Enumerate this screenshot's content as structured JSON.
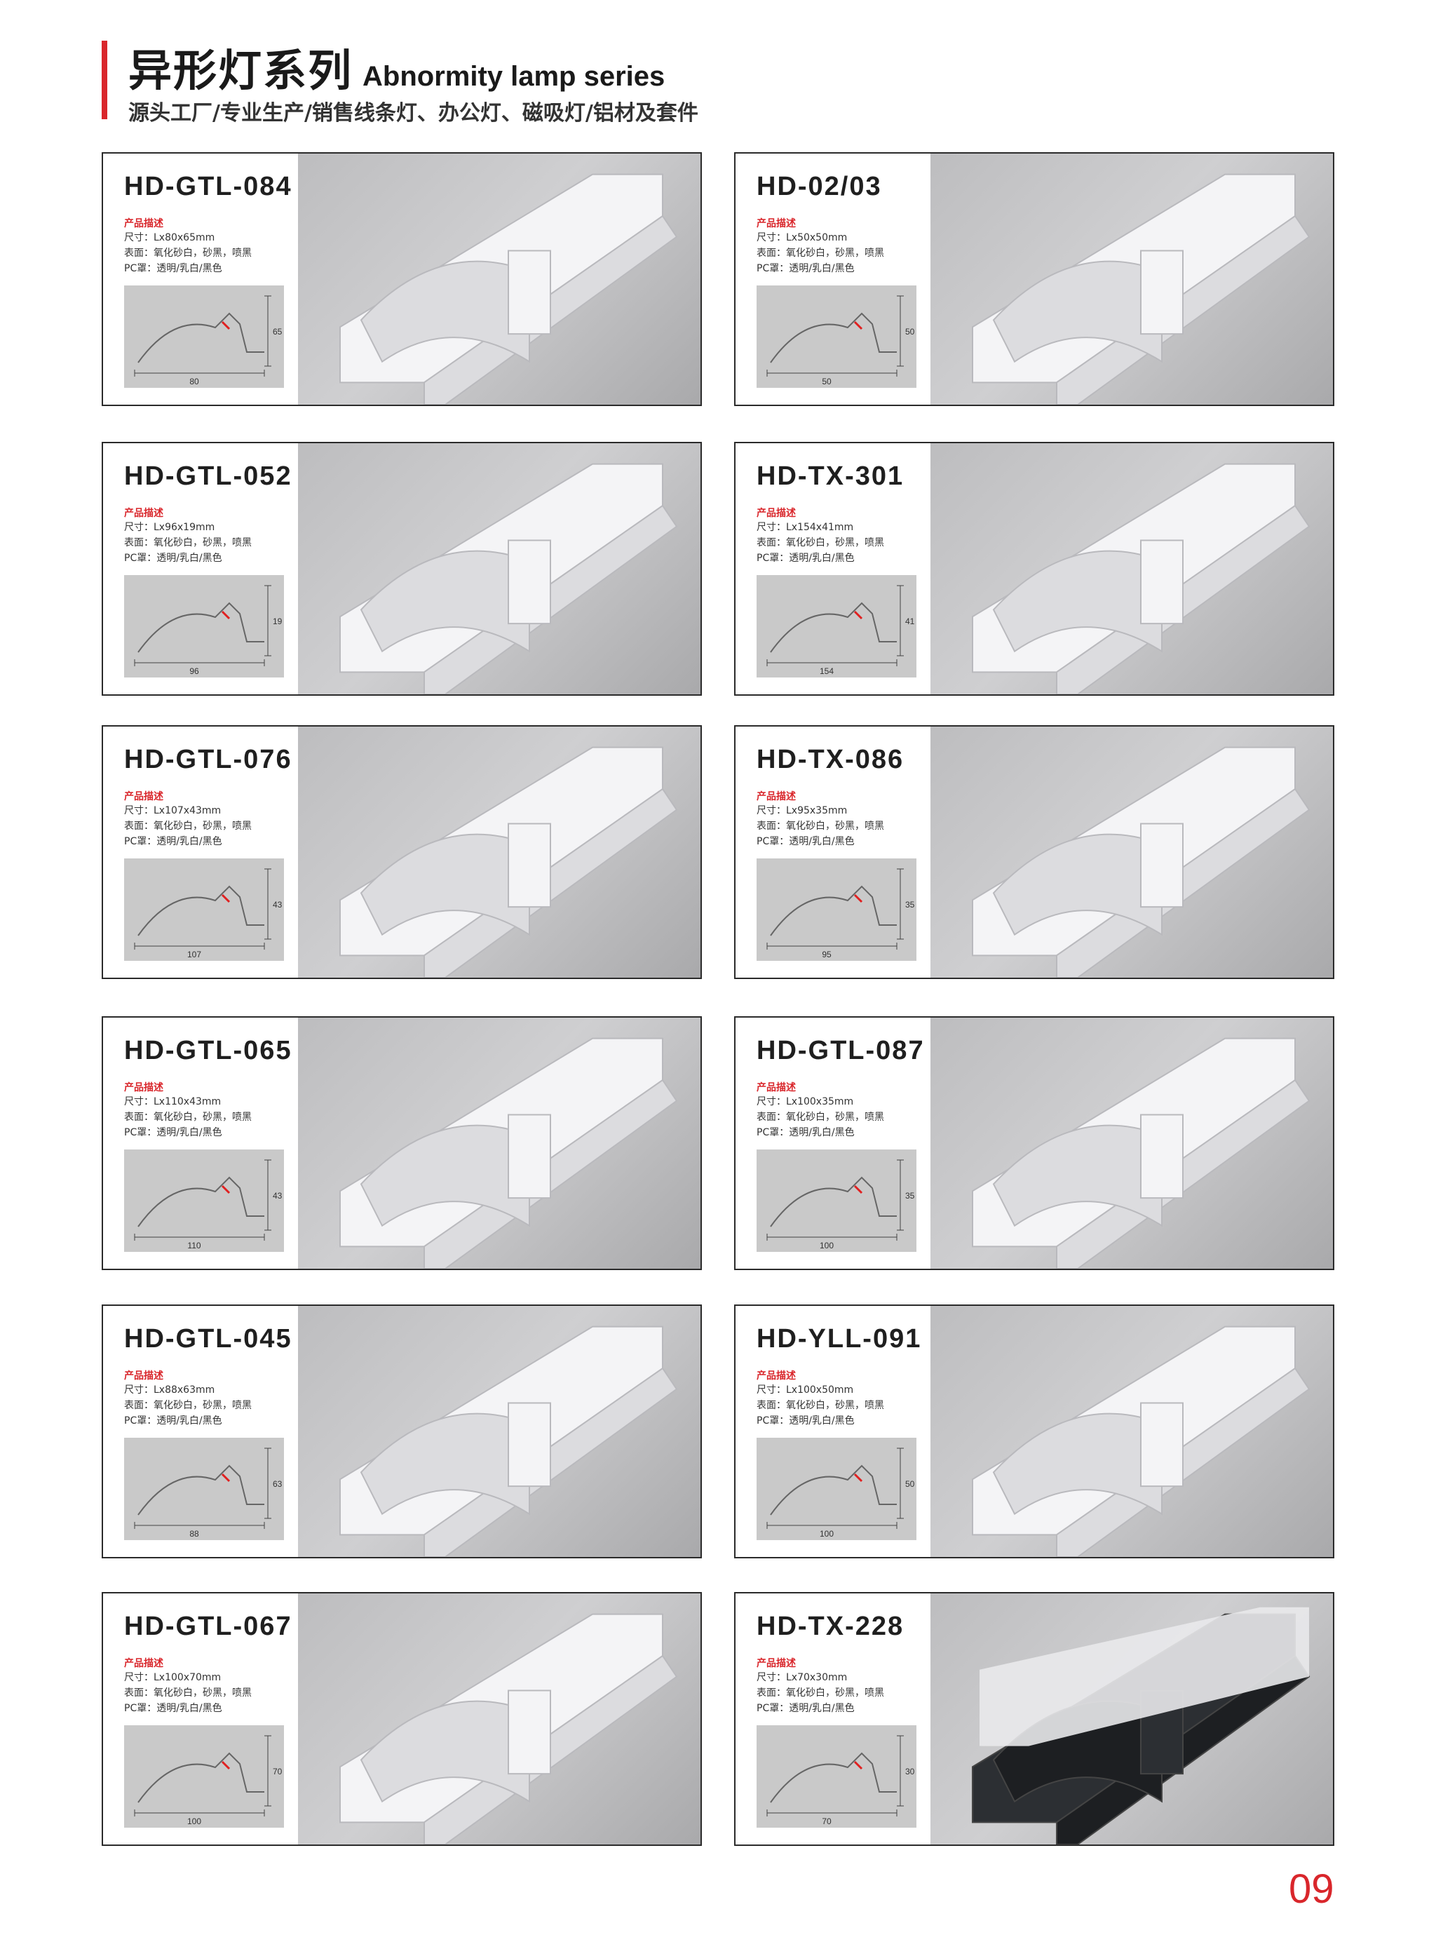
{
  "header": {
    "title_cn": "异形灯系列",
    "title_en": "Abnormity lamp series",
    "subtitle": "源头工厂/专业生产/销售线条灯、办公灯、磁吸灯/铝材及套件"
  },
  "desc_title": "产品描述",
  "products": [
    {
      "model": "HD-GTL-084",
      "size": "尺寸：Lx80x65mm",
      "surface": "表面：氧化砂白，砂黑，喷黑",
      "pc": "PC罩：透明/乳白/黑色",
      "dim_w": "80",
      "dim_h": "65"
    },
    {
      "model": "HD-02/03",
      "size": "尺寸：Lx50x50mm",
      "surface": "表面：氧化砂白，砂黑，喷黑",
      "pc": "PC罩：透明/乳白/黑色",
      "dim_w": "50",
      "dim_h": "50"
    },
    {
      "model": "HD-GTL-052",
      "size": "尺寸：Lx96x19mm",
      "surface": "表面：氧化砂白，砂黑，喷黑",
      "pc": "PC罩：透明/乳白/黑色",
      "dim_w": "96",
      "dim_h": "19"
    },
    {
      "model": "HD-TX-301",
      "size": "尺寸：Lx154x41mm",
      "surface": "表面：氧化砂白，砂黑，喷黑",
      "pc": "PC罩：透明/乳白/黑色",
      "dim_w": "154",
      "dim_h": "41"
    },
    {
      "model": "HD-GTL-076",
      "size": "尺寸：Lx107x43mm",
      "surface": "表面：氧化砂白，砂黑，喷黑",
      "pc": "PC罩：透明/乳白/黑色",
      "dim_w": "107",
      "dim_h": "43"
    },
    {
      "model": "HD-TX-086",
      "size": "尺寸：Lx95x35mm",
      "surface": "表面：氧化砂白，砂黑，喷黑",
      "pc": "PC罩：透明/乳白/黑色",
      "dim_w": "95",
      "dim_h": "35"
    },
    {
      "model": "HD-GTL-065",
      "size": "尺寸：Lx110x43mm",
      "surface": "表面：氧化砂白，砂黑，喷黑",
      "pc": "PC罩：透明/乳白/黑色",
      "dim_w": "110",
      "dim_h": "43"
    },
    {
      "model": "HD-GTL-087",
      "size": "尺寸：Lx100x35mm",
      "surface": "表面：氧化砂白，砂黑，喷黑",
      "pc": "PC罩：透明/乳白/黑色",
      "dim_w": "100",
      "dim_h": "35"
    },
    {
      "model": "HD-GTL-045",
      "size": "尺寸：Lx88x63mm",
      "surface": "表面：氧化砂白，砂黑，喷黑",
      "pc": "PC罩：透明/乳白/黑色",
      "dim_w": "88",
      "dim_h": "63"
    },
    {
      "model": "HD-YLL-091",
      "size": "尺寸：Lx100x50mm",
      "surface": "表面：氧化砂白，砂黑，喷黑",
      "pc": "PC罩：透明/乳白/黑色",
      "dim_w": "100",
      "dim_h": "50"
    },
    {
      "model": "HD-GTL-067",
      "size": "尺寸：Lx100x70mm",
      "surface": "表面：氧化砂白，砂黑，喷黑",
      "pc": "PC罩：透明/乳白/黑色",
      "dim_w": "100",
      "dim_h": "70"
    },
    {
      "model": "HD-TX-228",
      "size": "尺寸：Lx70x30mm",
      "surface": "表面：氧化砂白，砂黑，喷黑",
      "pc": "PC罩：透明/乳白/黑色",
      "dim_w": "70",
      "dim_h": "30"
    }
  ],
  "page_number": "09",
  "colors": {
    "accent": "#d9262b",
    "diagram_bg": "#c9c9c9",
    "photo_bg": "#bdbdbf"
  }
}
